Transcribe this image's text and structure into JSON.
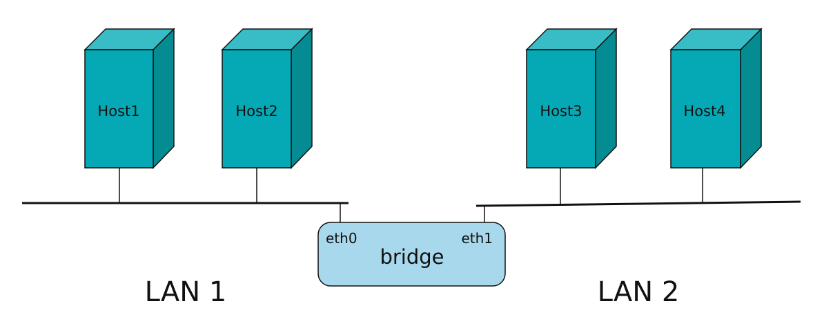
{
  "colors": {
    "host_front": "#04A9B5",
    "host_top": "#38BDC6",
    "host_side": "#048C92",
    "bridge_fill": "#A8D8EB",
    "line": "#111111"
  },
  "hosts": [
    {
      "label": "Host1"
    },
    {
      "label": "Host2"
    },
    {
      "label": "Host3"
    },
    {
      "label": "Host4"
    }
  ],
  "bridge": {
    "label": "bridge",
    "port_left": "eth0",
    "port_right": "eth1"
  },
  "lans": [
    {
      "label": "LAN 1"
    },
    {
      "label": "LAN 2"
    }
  ]
}
